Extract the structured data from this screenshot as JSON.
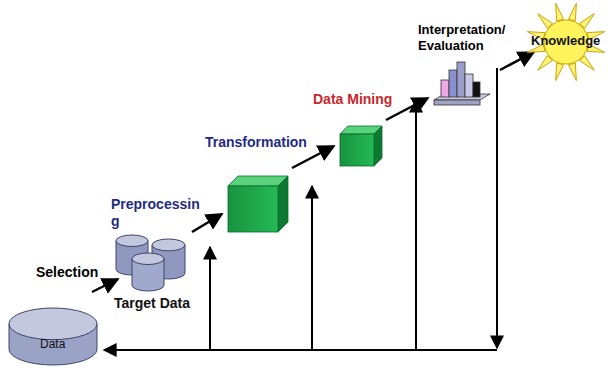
{
  "diagram": {
    "nodes": [
      {
        "text": [
          "Data"
        ]
      },
      {
        "text": [
          "Target Data"
        ]
      },
      {
        "text": [
          "Knowledge"
        ]
      }
    ],
    "labels": [
      "Selection",
      "Preprocessin g",
      "Transformation",
      "Data Mining",
      "Interpretation/ Evaluation"
    ]
  }
}
